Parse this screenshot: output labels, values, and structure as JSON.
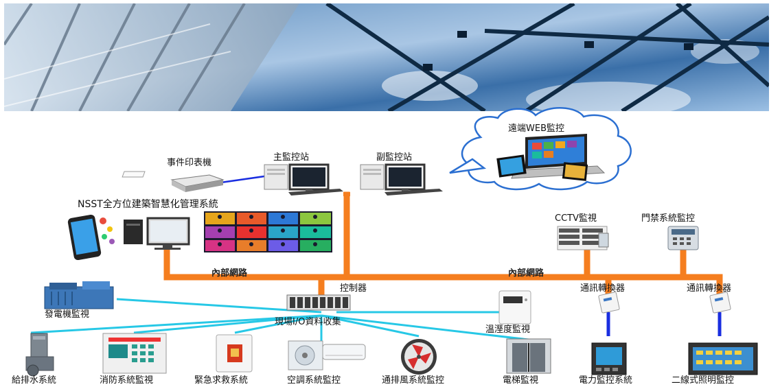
{
  "labels": {
    "remote_web": "遠端WEB監控",
    "event_printer": "事件印表機",
    "main_station": "主監控站",
    "sub_station": "副監控站",
    "nsst_system": "NSST全方位建築智慧化管理系統",
    "cctv": "CCTV監視",
    "access_control": "門禁系統監控",
    "internal_network_left": "內部網路",
    "internal_network_right": "內部網路",
    "controller": "控制器",
    "converter_left": "通訊轉換器",
    "converter_right": "通訊轉換器",
    "generator": "發電機監視",
    "field_io": "現場I/O資料收集",
    "temp_humidity": "溫溼度監視",
    "water_system": "給排水系統",
    "fire_system": "消防系統監視",
    "emergency": "緊急求救系統",
    "hvac": "空調系統監控",
    "ventilation": "通排風系統監控",
    "elevator": "電梯監視",
    "power": "電力監控系統",
    "lighting": "二線式照明監控"
  },
  "colors": {
    "backbone": "#f57e1f",
    "field_bus": "#27c8e6",
    "serial_link": "#1a2ee0",
    "cloud_stroke": "#2b6fd1",
    "sky_top": "#7fa9d6",
    "sky_bottom": "#cfe0f0"
  },
  "icons": [
    "printer-icon",
    "server-pc-icon",
    "laptop-tablet-icon",
    "smartphone-icon",
    "monitor-icon",
    "dashboard-grid-icon",
    "cctv-camera-icon",
    "keypad-icon",
    "plc-controller-icon",
    "converter-icon",
    "generator-icon",
    "thermostat-icon",
    "pump-icon",
    "fire-panel-icon",
    "alarm-button-icon",
    "air-conditioner-icon",
    "fan-icon",
    "elevator-icon",
    "power-meter-icon",
    "lighting-panel-icon"
  ]
}
